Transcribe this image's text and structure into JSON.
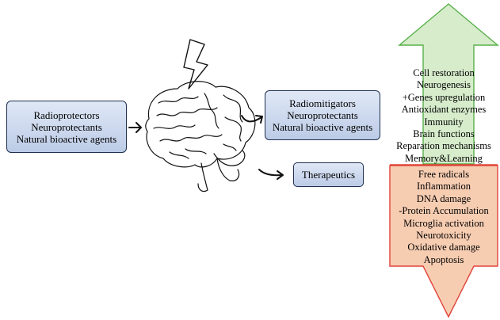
{
  "inputs": {
    "lines": [
      "Radioprotectors",
      "Neuroprotectants",
      "Natural bioactive agents"
    ]
  },
  "mitigators": {
    "lines": [
      "Radiomitigators",
      "Neuroprotectants",
      "Natural bioactive agents"
    ]
  },
  "therapeutics": {
    "label": "Therapeutics"
  },
  "up_effects": {
    "color": "#d6eccb",
    "items": [
      "Cell restoration",
      "Neurogenesis",
      "+Genes upregulation",
      "Antioxidant enzymes",
      "Immunity",
      "Brain functions",
      "Reparation mechanisms",
      "Memory&Learning"
    ]
  },
  "down_effects": {
    "color": "#f7cdb2",
    "items": [
      "Free radicals",
      "Inflammation",
      "DNA damage",
      "-Protein Accumulation",
      "Microglia activation",
      "Neurotoxicity",
      "Oxidative damage",
      "Apoptosis"
    ]
  }
}
